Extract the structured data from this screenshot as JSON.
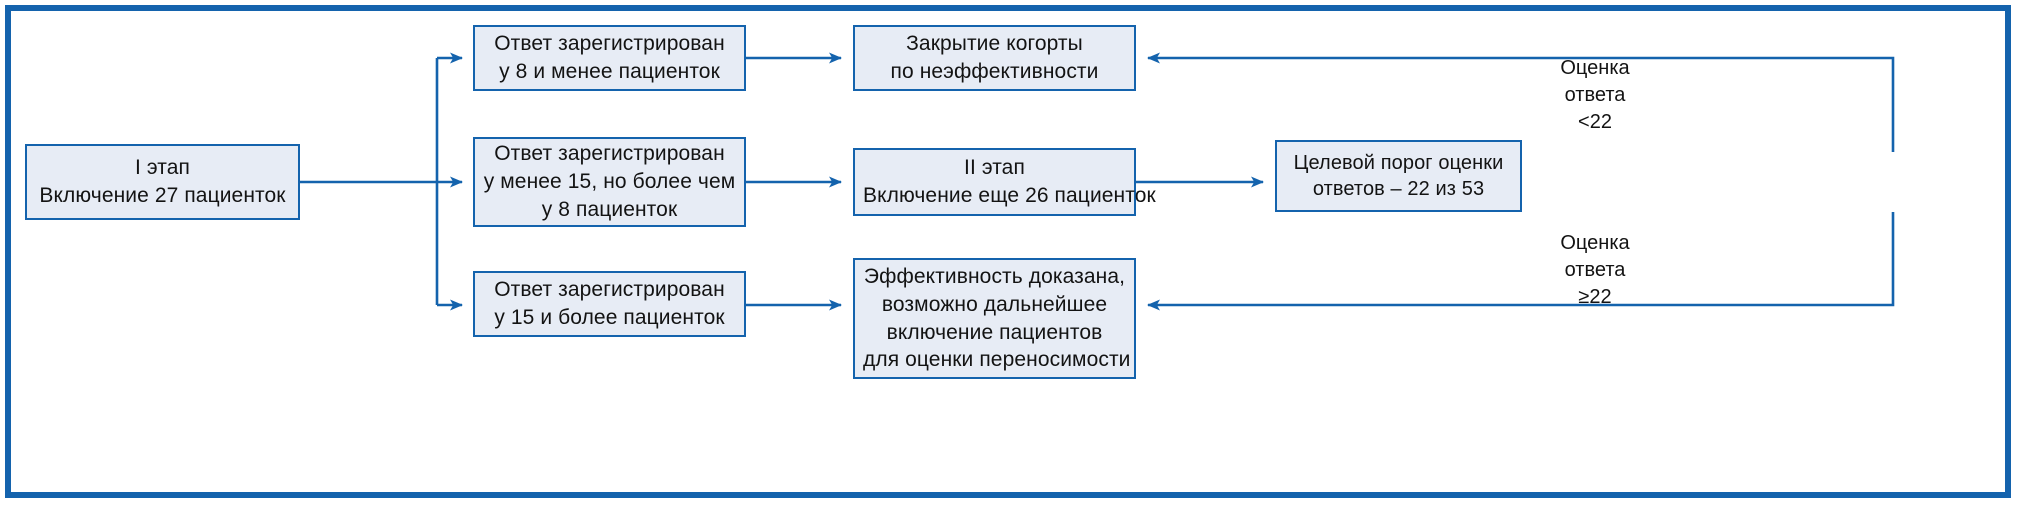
{
  "figure": {
    "type": "flowchart",
    "orientation": "left-to-right",
    "language": "ru",
    "border_color": "#1463ad",
    "node_fill": "#e7ecf5",
    "node_border": "#1463ad",
    "arrow_color": "#1463ad",
    "text_color": "#131313"
  },
  "nodes": {
    "stage1": {
      "lines": [
        "I этап",
        "Включение 27 пациенток"
      ]
    },
    "resp_le8": {
      "lines": [
        "Ответ зарегистрирован",
        "у 8 и менее пациенток"
      ]
    },
    "resp_mid": {
      "lines": [
        "Ответ зарегистрирован",
        "у менее 15, но более чем",
        "у 8 пациенток"
      ]
    },
    "resp_ge15": {
      "lines": [
        "Ответ зарегистрирован",
        "у 15 и более пациенток"
      ]
    },
    "cohort_closed": {
      "lines": [
        "Закрытие когорты",
        "по неэффективности"
      ]
    },
    "stage2": {
      "lines": [
        "II этап",
        "Включение еще 26 пациенток"
      ]
    },
    "efficacy_proven": {
      "lines": [
        "Эффективность доказана,",
        "возможно дальнейшее",
        "включение пациентов",
        "для оценки переносимости"
      ]
    },
    "target_threshold": {
      "lines": [
        "Целевой порог оценки",
        "ответов – 22 из 53"
      ]
    }
  },
  "edge_labels": {
    "score_lt22": {
      "lines": [
        "Оценка",
        "ответа",
        "<22"
      ]
    },
    "score_ge22": {
      "lines": [
        "Оценка",
        "ответа",
        "≥22"
      ]
    }
  }
}
